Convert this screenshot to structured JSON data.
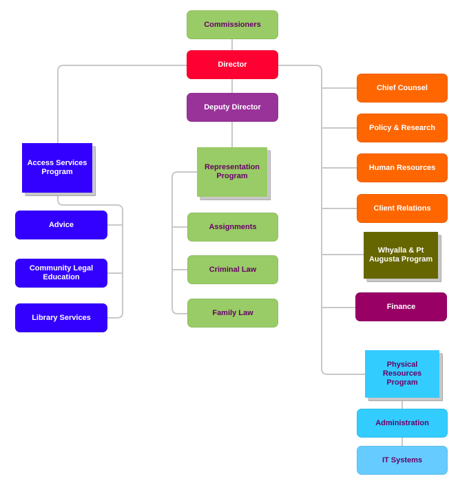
{
  "colors": {
    "green": "#99cc66",
    "red": "#ff0033",
    "purple": "#993399",
    "blue": "#3300ff",
    "orange": "#ff6600",
    "olive": "#666600",
    "maroon": "#990066",
    "cyan": "#33ccff",
    "light_blue": "#66ccff",
    "connector": "#c8c8c8",
    "text_purple": "#660066",
    "text_white": "#ffffff"
  },
  "top": {
    "commissioners": "Commissioners",
    "director": "Director",
    "deputy_director": "Deputy Director"
  },
  "access_services": {
    "title": "Access Services Program",
    "items": [
      "Advice",
      "Community Legal Education",
      "Library Services"
    ]
  },
  "representation": {
    "title": "Representation Program",
    "items": [
      "Assignments",
      "Criminal Law",
      "Family Law"
    ]
  },
  "right_units": {
    "chief_counsel": "Chief Counsel",
    "policy_research": "Policy & Research",
    "human_resources": "Human Resources",
    "client_relations": "Client Relations",
    "whyalla": "Whyalla & Pt Augusta Program",
    "finance": "Finance"
  },
  "physical_resources": {
    "title": "Physical Resources Program",
    "items": [
      "Administration",
      "IT Systems"
    ]
  }
}
